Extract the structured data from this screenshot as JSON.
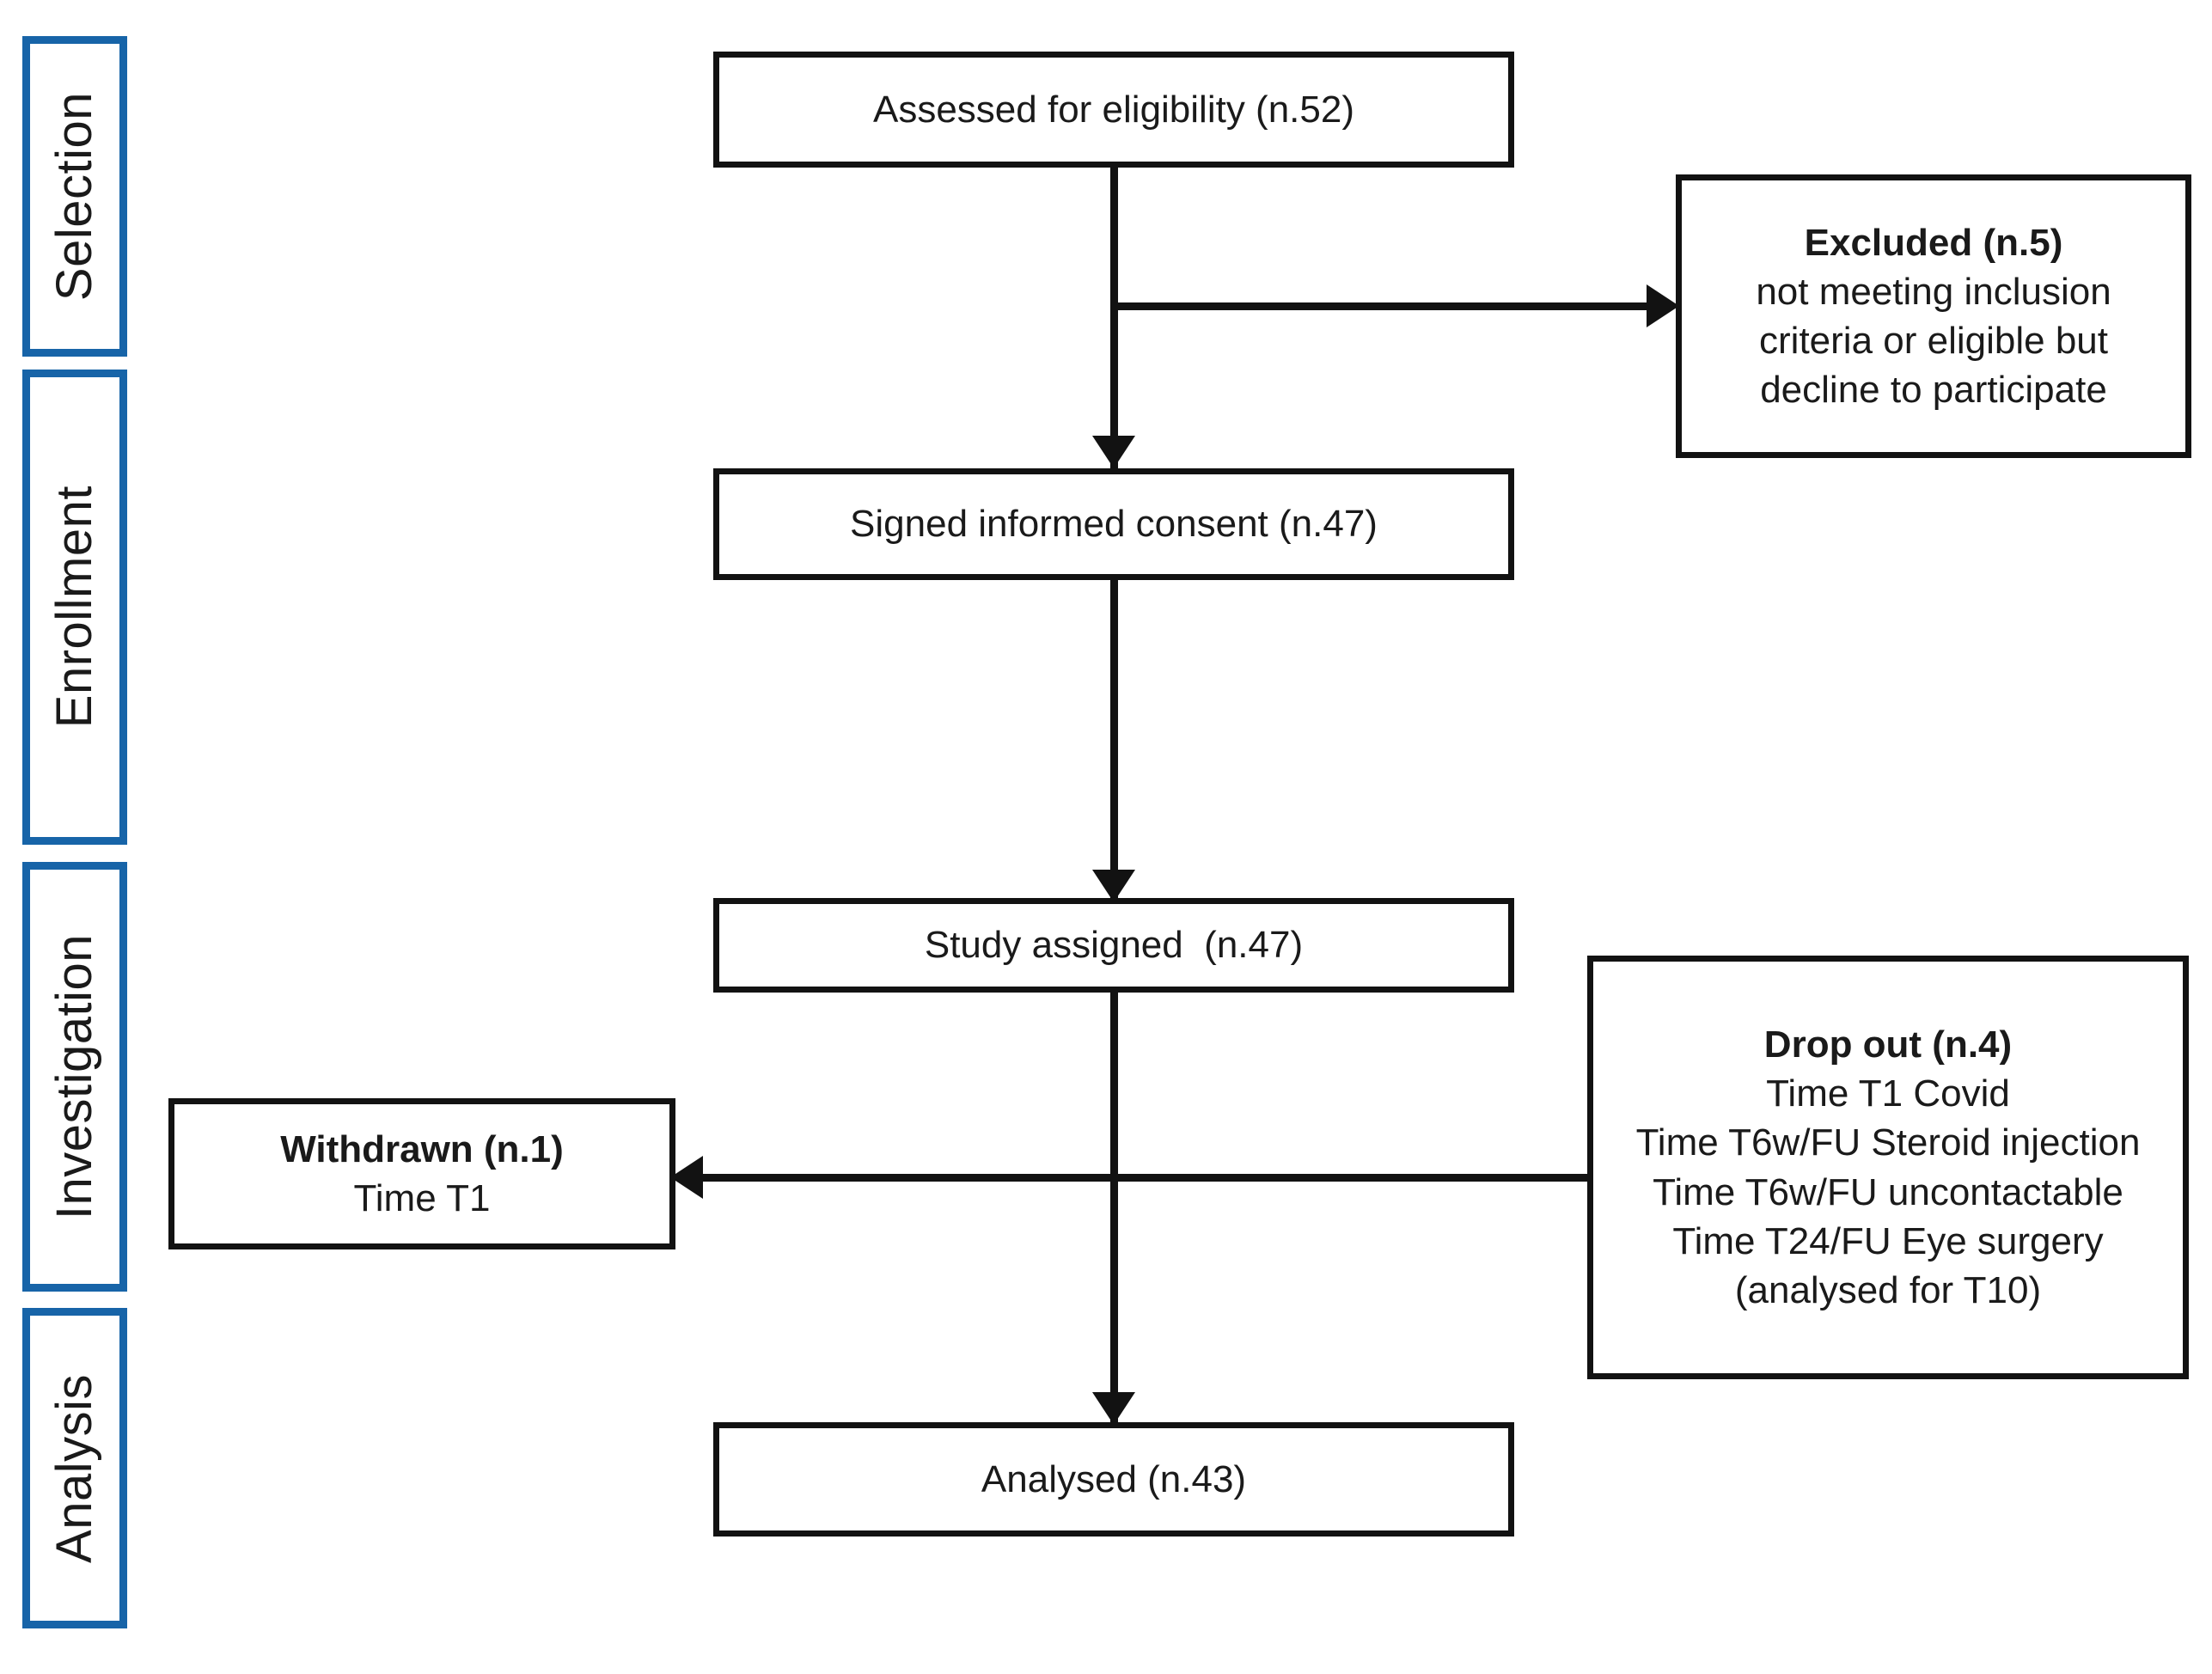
{
  "diagram": {
    "type": "participant-flow-diagram",
    "accent_color": "#1764a8",
    "line_color": "#121212",
    "background_color": "#ffffff",
    "stages": [
      {
        "id": "selection",
        "label": "Selection"
      },
      {
        "id": "enrollment",
        "label": "Enrollment"
      },
      {
        "id": "investigation",
        "label": "Investigation"
      },
      {
        "id": "analysis",
        "label": "Analysis"
      }
    ],
    "nodes": {
      "assessed": {
        "lines": [
          {
            "text": "Assessed for eligibility (n.52)",
            "bold": false
          }
        ]
      },
      "excluded": {
        "lines": [
          {
            "text": "Excluded (n.5)",
            "bold": true
          },
          {
            "text": "not meeting inclusion",
            "bold": false
          },
          {
            "text": "criteria or eligible but",
            "bold": false
          },
          {
            "text": "decline to participate",
            "bold": false
          }
        ]
      },
      "consent": {
        "lines": [
          {
            "text": "Signed informed consent (n.47)",
            "bold": false
          }
        ]
      },
      "assigned": {
        "lines": [
          {
            "text": "Study assigned  (n.47)",
            "bold": false
          }
        ]
      },
      "withdrawn": {
        "lines": [
          {
            "text": "Withdrawn (n.1)",
            "bold": true
          },
          {
            "text": "Time T1",
            "bold": false
          }
        ]
      },
      "dropout": {
        "lines": [
          {
            "text": "Drop out (n.4)",
            "bold": true
          },
          {
            "text": "Time T1 Covid",
            "bold": false
          },
          {
            "text": "Time T6w/FU Steroid injection",
            "bold": false
          },
          {
            "text": "Time T6w/FU uncontactable",
            "bold": false
          },
          {
            "text": "Time T24/FU Eye surgery",
            "bold": false
          },
          {
            "text": "(analysed for T10)",
            "bold": false
          }
        ]
      },
      "analysed": {
        "lines": [
          {
            "text": "Analysed (n.43)",
            "bold": false
          }
        ]
      }
    }
  }
}
